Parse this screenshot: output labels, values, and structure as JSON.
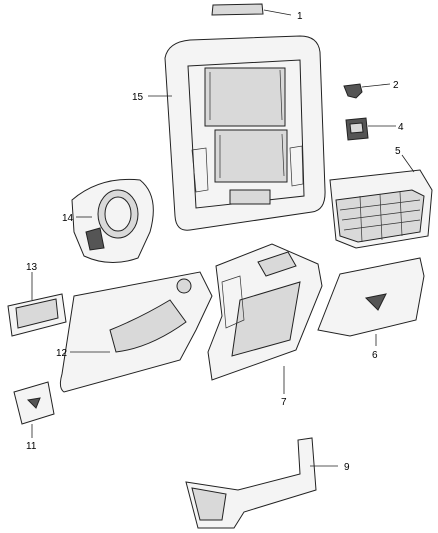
{
  "callouts": [
    {
      "label": "1"
    },
    {
      "label": "2"
    },
    {
      "label": "4"
    },
    {
      "label": "5"
    },
    {
      "label": "6"
    },
    {
      "label": "7"
    },
    {
      "label": "9"
    },
    {
      "label": "11"
    },
    {
      "label": "12"
    },
    {
      "label": "13"
    },
    {
      "label": "14"
    },
    {
      "label": "15"
    }
  ]
}
